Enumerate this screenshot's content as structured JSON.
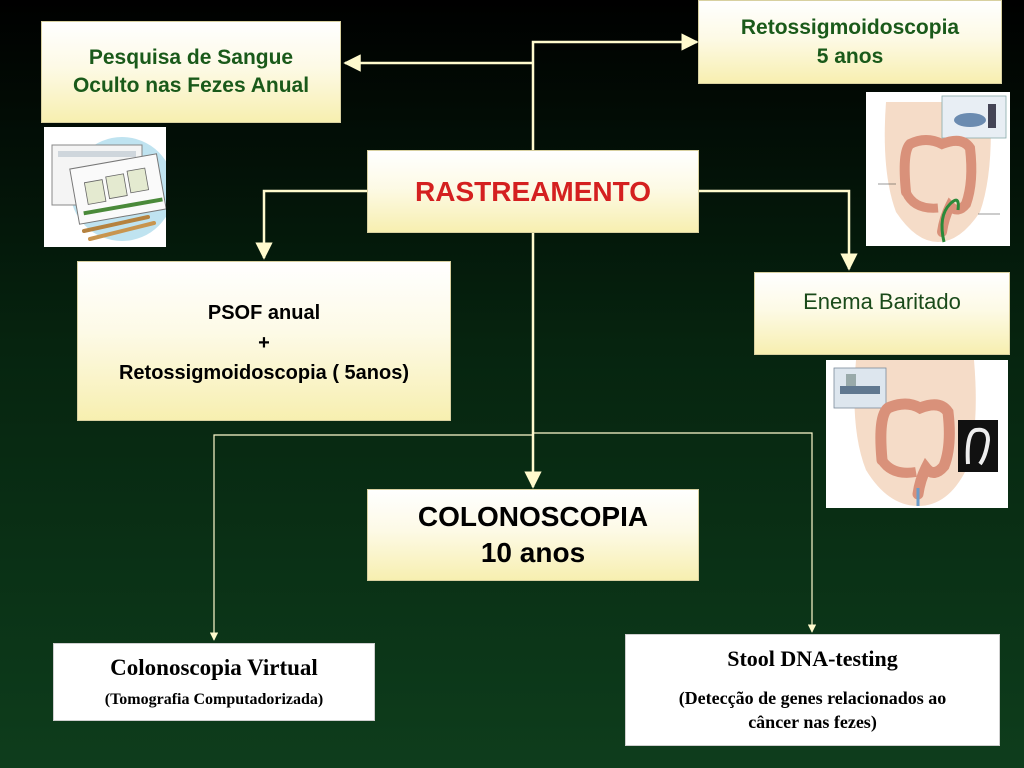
{
  "nodes": {
    "fobt": {
      "line1": "Pesquisa de Sangue",
      "line2": "Oculto nas Fezes Anual"
    },
    "sigmo": {
      "line1": "Retossigmoidoscopia",
      "line2": "5 anos"
    },
    "rastreamento": {
      "label": "RASTREAMENTO"
    },
    "psof": {
      "line1": "PSOF anual",
      "line2": "+",
      "line3": "Retossigmoidoscopia ( 5anos)"
    },
    "enema": {
      "label": "Enema Baritado"
    },
    "colono": {
      "line1": "COLONOSCOPIA",
      "line2": "10 anos"
    },
    "virtual": {
      "title": "Colonoscopia Virtual",
      "subtitle": "(Tomografia Computadorizada)"
    },
    "stool": {
      "title": "Stool DNA-testing",
      "subtitle_line1": "(Detecção de genes relacionados ao",
      "subtitle_line2": "câncer nas fezes)"
    }
  },
  "illustrations": {
    "fobt_card": "fecal-occult-blood-test-card-icon",
    "sigmoidoscopy": "sigmoidoscopy-anatomy-icon",
    "barium_enema": "barium-enema-anatomy-icon"
  },
  "colors": {
    "green_text": "#1a5a1a",
    "red_text": "#d42020",
    "connector": "#fffacd",
    "background_dark": "#000000",
    "background_green": "#0e3d1c"
  }
}
